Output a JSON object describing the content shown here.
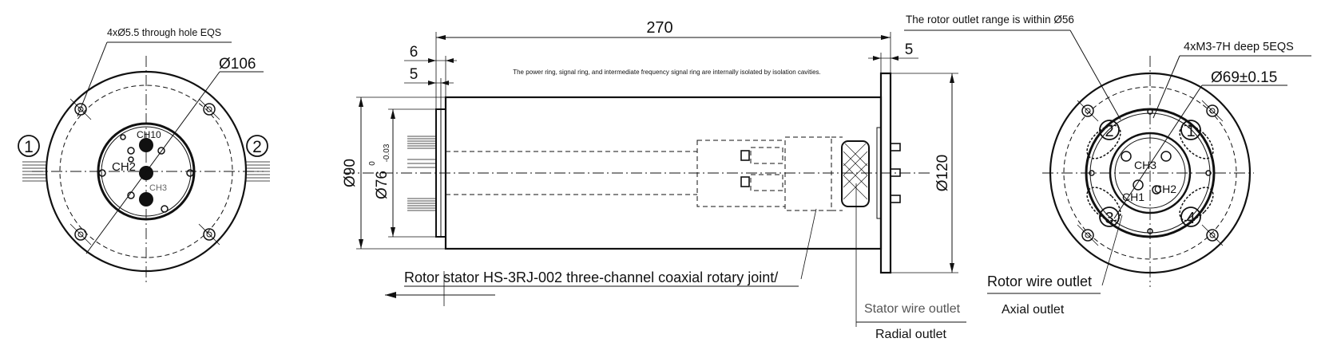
{
  "left_view": {
    "hole_note": "4xØ5.5 through hole EQS",
    "diameter": "Ø106",
    "port1": "1",
    "port2": "2",
    "ch10": "CH10",
    "ch2": "CH2",
    "ch3": "CH3"
  },
  "side_view": {
    "length": "270",
    "flange_left_a": "6",
    "flange_left_b": "5",
    "flange_right": "5",
    "isolation_note": "The power ring, signal ring, and intermediate frequency signal ring are internally isolated by isolation cavities.",
    "dia_90": "Ø90",
    "dia_76": "Ø76",
    "tol_upper": "0",
    "tol_lower": "-0.03",
    "dia_120": "Ø120",
    "title": "Rotor stator HS-3RJ-002 three-channel coaxial rotary joint/",
    "stator_outlet": "Stator wire outlet",
    "radial_outlet": "Radial outlet"
  },
  "right_view": {
    "outlet_range": "The rotor outlet range is within Ø56",
    "thread_note": "4xM3-7H deep 5EQS",
    "diameter": "Ø69±0.15",
    "port1": "1",
    "port2": "2",
    "port3": "3",
    "port4": "4",
    "ch3": "CH3",
    "ch1": "CH1",
    "ch2": "CH2",
    "rotor_outlet": "Rotor wire outlet",
    "axial_outlet": "Axial outlet"
  }
}
